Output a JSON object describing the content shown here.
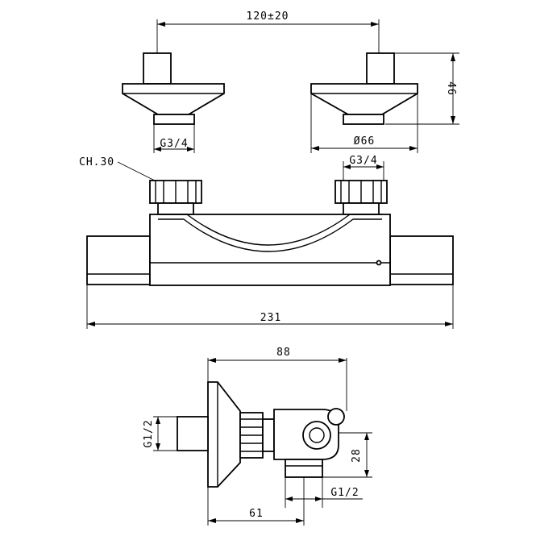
{
  "drawing": {
    "top_view": {
      "dim_spacing": "120±20",
      "dim_height": "46",
      "dim_inlet_left": "G3/4",
      "dim_inlet_right": "G3/4",
      "dim_flange_diameter": "Ø66",
      "dim_outlet_top": "G3/4",
      "label_wrench": "CH.30",
      "dim_total_length": "231"
    },
    "side_view": {
      "dim_width": "88",
      "dim_inlet_thread": "G1/2",
      "dim_outlet_height": "28",
      "dim_outlet_thread": "G1/2",
      "dim_depth": "61"
    }
  }
}
